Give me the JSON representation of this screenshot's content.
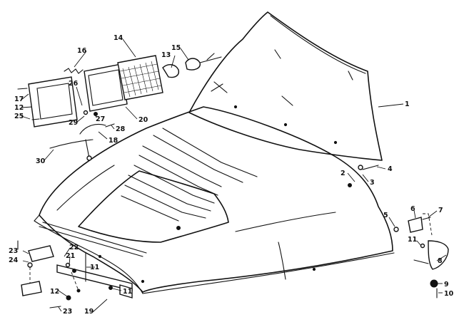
{
  "callouts": {
    "c1": "1",
    "c2": "2",
    "c3": "3",
    "c4": "4",
    "c5": "5",
    "c6": "6",
    "c7": "7",
    "c8": "8",
    "c9": "9",
    "c10": "10",
    "c11a": "11",
    "c11b": "11",
    "c11c": "11",
    "c12a": "12",
    "c12b": "12",
    "c13": "13",
    "c14": "14",
    "c15": "15",
    "c16": "16",
    "c17": "17",
    "c18": "18",
    "c19": "19",
    "c20": "20",
    "c21": "21",
    "c22": "22",
    "c23a": "23",
    "c23b": "23",
    "c24": "24",
    "c25": "25",
    "c26": "26",
    "c27": "27",
    "c28": "28",
    "c29": "29",
    "c30": "30"
  }
}
